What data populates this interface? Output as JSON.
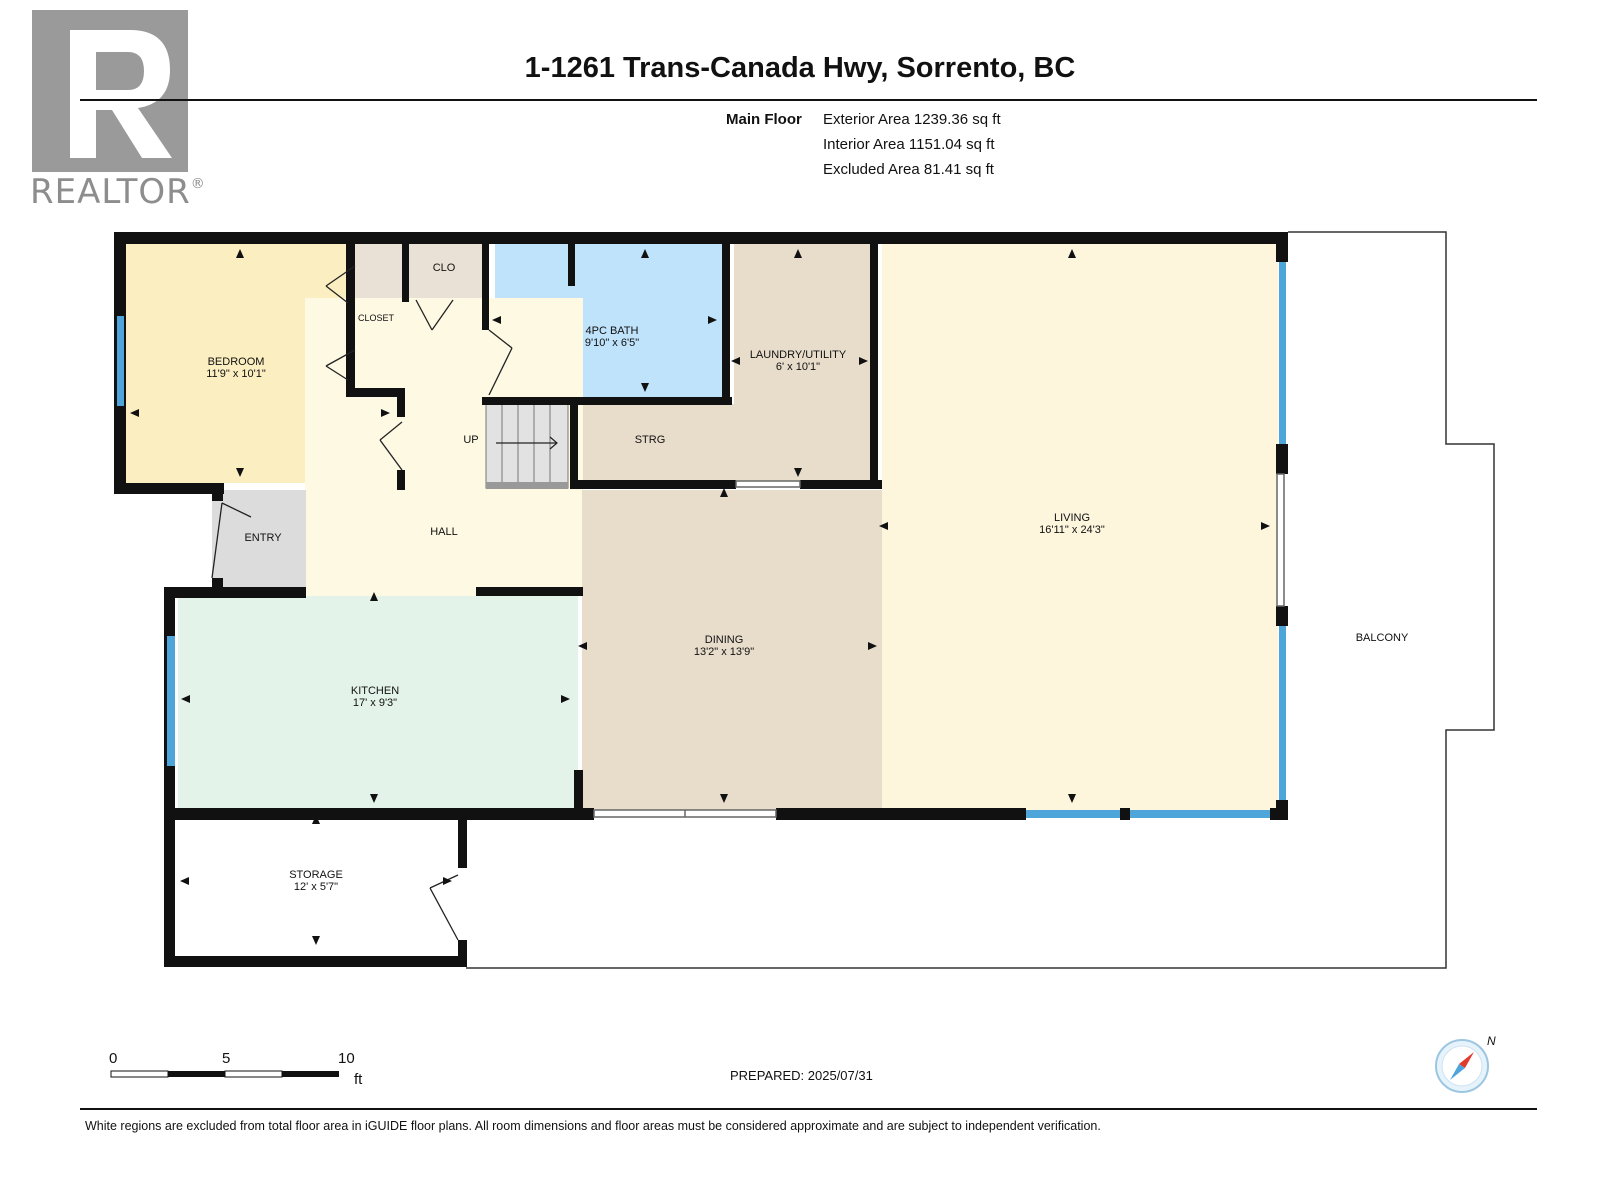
{
  "header": {
    "logo_text": "REALTOR",
    "logo_mark": "®",
    "title": "1-1261 Trans-Canada Hwy, Sorrento, BC"
  },
  "floor": {
    "label": "Main Floor",
    "exterior_area": "Exterior Area 1239.36 sq ft",
    "interior_area": "Interior Area 1151.04 sq ft",
    "excluded_area": "Excluded Area 81.41 sq ft"
  },
  "rooms": {
    "bedroom": {
      "name": "BEDROOM",
      "dims": "11'9\" x 10'1\""
    },
    "closet": {
      "name": "CLOSET"
    },
    "clo": {
      "name": "CLO"
    },
    "bath": {
      "name": "4PC BATH",
      "dims": "9'10\" x 6'5\""
    },
    "laundry": {
      "name": "LAUNDRY/UTILITY",
      "dims": "6' x 10'1\""
    },
    "strg": {
      "name": "STRG"
    },
    "up": {
      "name": "UP"
    },
    "entry": {
      "name": "ENTRY"
    },
    "hall": {
      "name": "HALL"
    },
    "living": {
      "name": "LIVING",
      "dims": "16'11\" x 24'3\""
    },
    "dining": {
      "name": "DINING",
      "dims": "13'2\" x 13'9\""
    },
    "kitchen": {
      "name": "KITCHEN",
      "dims": "17' x 9'3\""
    },
    "storage": {
      "name": "STORAGE",
      "dims": "12' x 5'7\""
    },
    "balcony": {
      "name": "BALCONY"
    }
  },
  "scale_bar": {
    "labels": [
      "0",
      "5",
      "10"
    ],
    "unit": "ft"
  },
  "compass": {
    "label": "N"
  },
  "footer": {
    "prepared": "PREPARED: 2025/07/31",
    "disclaimer": "White regions are excluded from total floor area in iGUIDE floor plans. All room dimensions and floor areas must be considered approximate and are subject to independent verification."
  },
  "colors": {
    "bedroom": "#fbeec0",
    "bath": "#bfe3fb",
    "utility": "#e8dccb",
    "hall": "#fdf9e3",
    "living": "#fdf6dd",
    "kitchen": "#e4f3ea",
    "closet": "#e9e1d6",
    "entry": "#dcdcdc",
    "window": "#4ea5d9",
    "wall": "#111111"
  }
}
